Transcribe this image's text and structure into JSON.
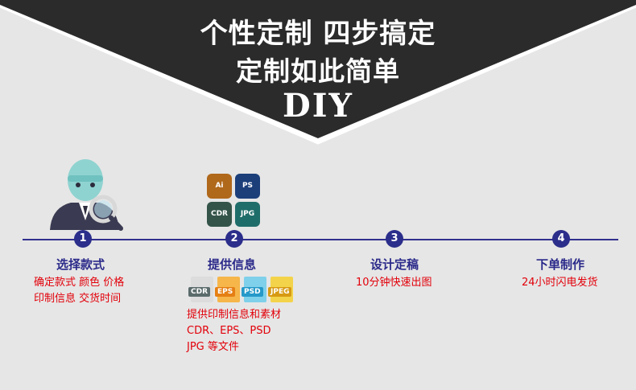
{
  "header": {
    "line1": "个性定制 四步搞定",
    "line2": "定制如此简单",
    "line3": "DIY"
  },
  "steps": [
    {
      "number": "1",
      "title": "选择款式",
      "desc": [
        "确定款式 颜色 价格",
        "印制信息 交货时间"
      ]
    },
    {
      "number": "2",
      "title": "提供信息",
      "desc": [
        "提供印制信息和素材",
        "CDR、EPS、PSD",
        "JPG 等文件"
      ]
    },
    {
      "number": "3",
      "title": "设计定稿",
      "desc": [
        "10分钟快速出图"
      ]
    },
    {
      "number": "4",
      "title": "下单制作",
      "desc": [
        "24小时闪电发货"
      ]
    }
  ],
  "app_icons": [
    "Ai",
    "PS",
    "CDR",
    "JPG"
  ],
  "file_types": [
    "CDR",
    "EPS",
    "PSD",
    "JPEG"
  ],
  "colors": {
    "banner": "#2b2b2b",
    "accent_blue": "#2b2e8a",
    "desc_red": "#e2000a",
    "background": "#e6e6e6"
  }
}
